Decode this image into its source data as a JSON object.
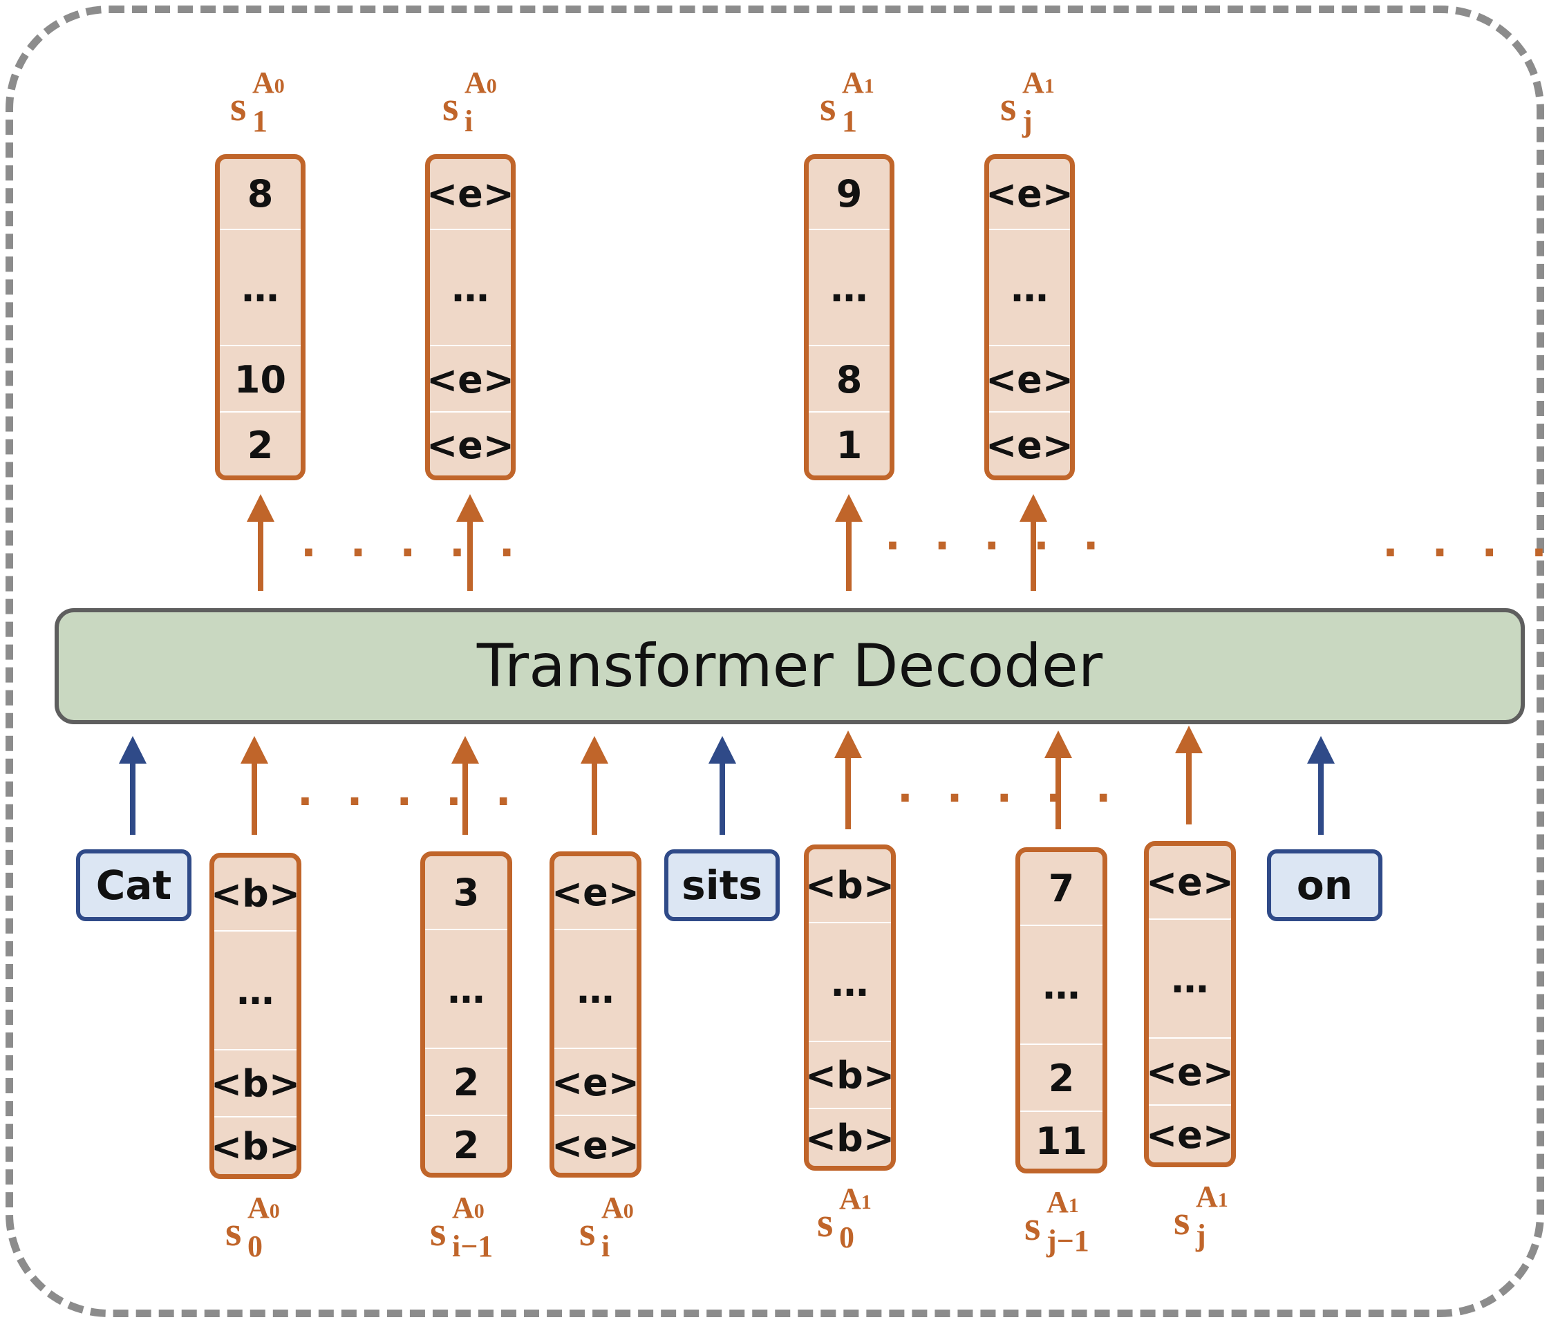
{
  "decoder": {
    "label": "Transformer Decoder"
  },
  "colors": {
    "slot_border": "#c0652a",
    "slot_fill": "#efd8c8",
    "token_border": "#2f4a88",
    "token_fill": "#dce6f3",
    "decoder_fill": "#c9d8c1",
    "arrow_orange": "#c0652a",
    "arrow_blue": "#2f4a88",
    "frame": "#8c8c8c"
  },
  "dots": ". . . . .",
  "outputs": [
    {
      "cells": [
        "8",
        "…",
        "10",
        "2"
      ],
      "label": {
        "base": "s",
        "sup": "A",
        "supsub": "0",
        "sub": "1"
      }
    },
    {
      "cells": [
        "<e>",
        "…",
        "<e>",
        "<e>"
      ],
      "label": {
        "base": "s",
        "sup": "A",
        "supsub": "0",
        "sub": "i"
      }
    },
    {
      "cells": [
        "9",
        "…",
        "8",
        "1"
      ],
      "label": {
        "base": "s",
        "sup": "A",
        "supsub": "1",
        "sub": "1"
      }
    },
    {
      "cells": [
        "<e>",
        "…",
        "<e>",
        "<e>"
      ],
      "label": {
        "base": "s",
        "sup": "A",
        "supsub": "1",
        "sub": "j"
      }
    }
  ],
  "tokens": [
    {
      "text": "Cat"
    },
    {
      "text": "sits"
    },
    {
      "text": "on"
    }
  ],
  "inputs": [
    {
      "cells": [
        "<b>",
        "…",
        "<b>",
        "<b>"
      ],
      "label": {
        "base": "s",
        "sup": "A",
        "supsub": "0",
        "sub": "0"
      }
    },
    {
      "cells": [
        "3",
        "…",
        "2",
        "2"
      ],
      "label": {
        "base": "s",
        "sup": "A",
        "supsub": "0",
        "sub": "i−1"
      }
    },
    {
      "cells": [
        "<e>",
        "…",
        "<e>",
        "<e>"
      ],
      "label": {
        "base": "s",
        "sup": "A",
        "supsub": "0",
        "sub": "i"
      }
    },
    {
      "cells": [
        "<b>",
        "…",
        "<b>",
        "<b>"
      ],
      "label": {
        "base": "s",
        "sup": "A",
        "supsub": "1",
        "sub": "0"
      }
    },
    {
      "cells": [
        "7",
        "…",
        "2",
        "11"
      ],
      "label": {
        "base": "s",
        "sup": "A",
        "supsub": "1",
        "sub": "j−1"
      }
    },
    {
      "cells": [
        "<e>",
        "…",
        "<e>",
        "<e>"
      ],
      "label": {
        "base": "s",
        "sup": "A",
        "supsub": "1",
        "sub": "j"
      }
    }
  ]
}
